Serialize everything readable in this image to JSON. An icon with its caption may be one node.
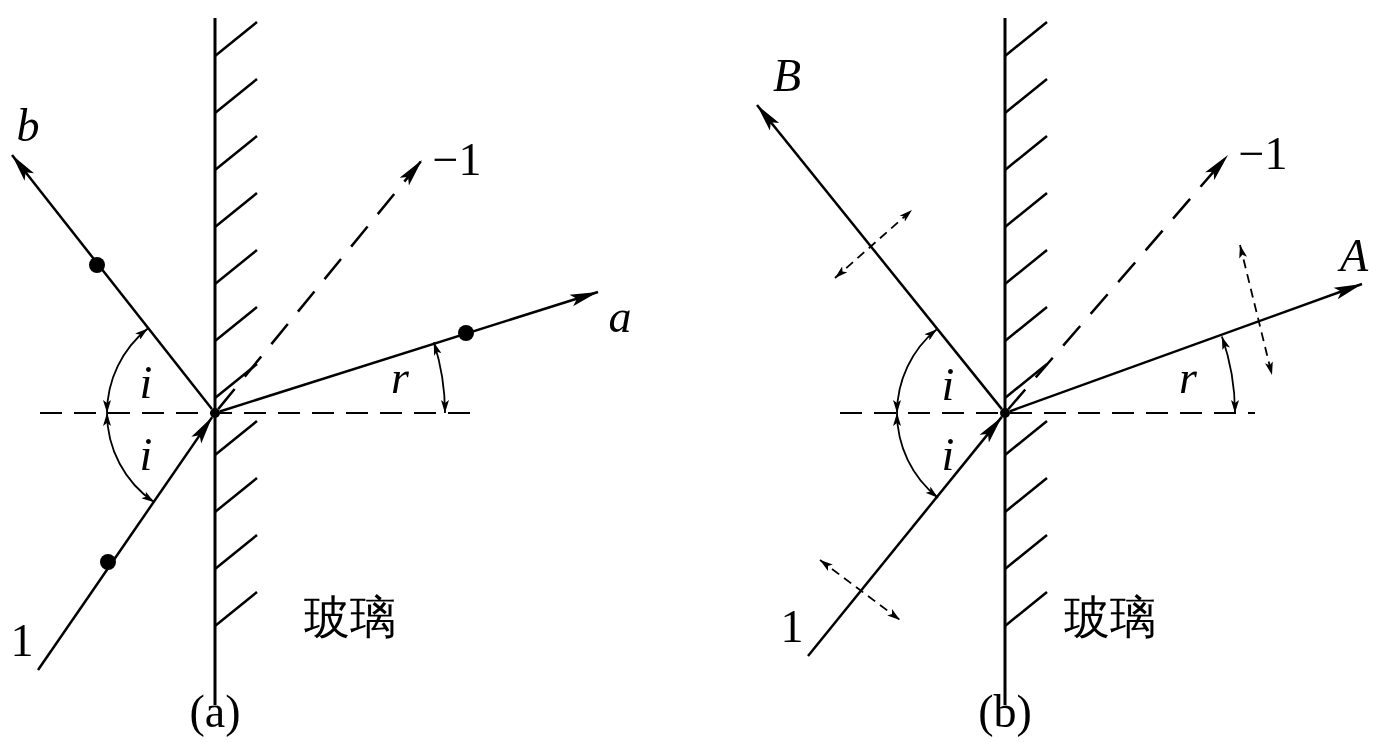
{
  "diagram": {
    "nodes": [
      {
        "text": [],
        "shape": "circle"
      },
      {
        "text": [
          "1"
        ]
      },
      {
        "text": [
          "b"
        ]
      },
      {
        "text": [
          "a"
        ]
      },
      {
        "text": [
          "−1"
        ]
      },
      {
        "text": [],
        "shape": "circle"
      },
      {
        "text": [
          "1"
        ]
      },
      {
        "text": [
          "B"
        ]
      },
      {
        "text": [
          "A"
        ]
      },
      {
        "text": [
          "−1"
        ]
      }
    ],
    "edges": [
      {
        "from": 1,
        "to": 0,
        "arrow": "to"
      },
      {
        "from": 0,
        "to": 2,
        "arrow": "to"
      },
      {
        "from": 0,
        "to": 3,
        "arrow": "to"
      },
      {
        "from": 0,
        "to": 4,
        "arrow": "to",
        "style": "dashed"
      },
      {
        "from": 6,
        "to": 5,
        "arrow": "to"
      },
      {
        "from": 5,
        "to": 7,
        "arrow": "to"
      },
      {
        "from": 5,
        "to": 8,
        "arrow": "to"
      },
      {
        "from": 5,
        "to": 9,
        "arrow": "to",
        "style": "dashed"
      }
    ],
    "labels": [
      "i",
      "i",
      "r",
      "玻璃",
      "(a)",
      "i",
      "i",
      "r",
      "玻璃",
      "(b)"
    ]
  }
}
